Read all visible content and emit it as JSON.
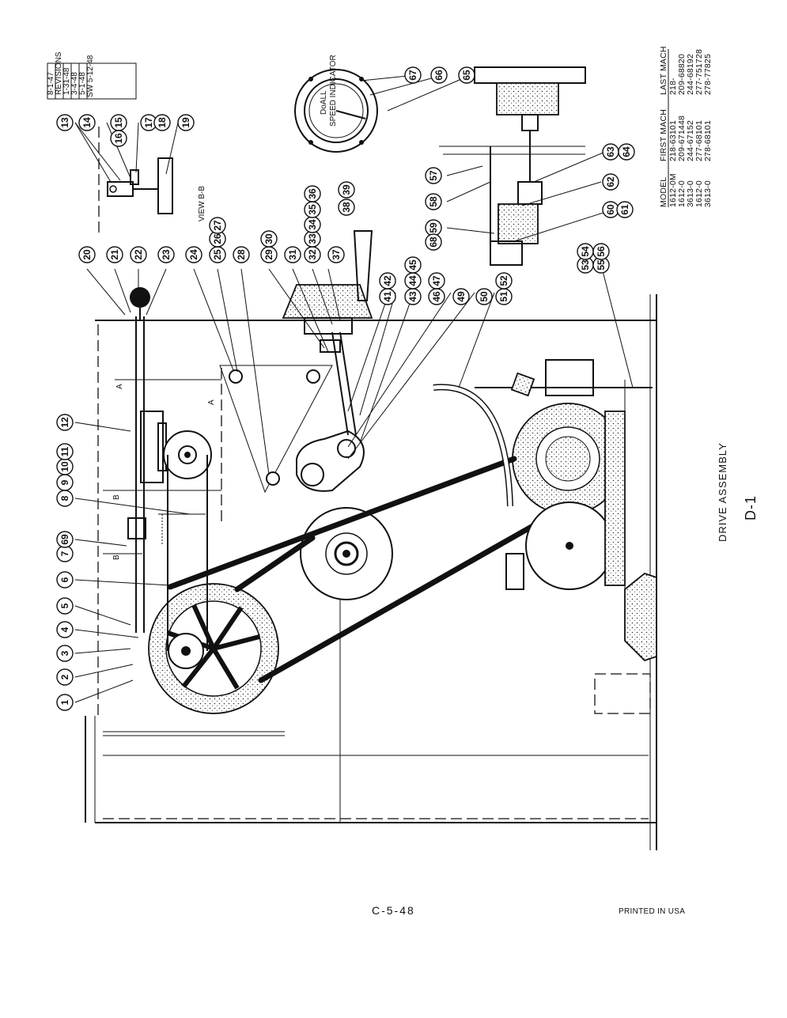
{
  "drawing": {
    "title": "DRIVE ASSEMBLY",
    "sheet_id": "D-1",
    "page_code": "C-5-48",
    "printed_notice": "PRINTED IN USA",
    "view_label": "VIEW B-B",
    "section_marks": [
      "A",
      "A",
      "B",
      "B"
    ],
    "gauge_brand": "DoALL",
    "gauge_caption": "SPEED INDICATOR"
  },
  "revisions": {
    "date_code": "8-1-47",
    "header": "REVISIONS",
    "rows": [
      "1-31-48",
      "3-4-48",
      "5-1-48",
      "SW 5-12-48"
    ]
  },
  "model_table": {
    "headers": [
      "MODEL",
      "FIRST MACH",
      "LAST MACH"
    ],
    "rows": [
      [
        "1612-0M",
        "218-63101",
        "218-"
      ],
      [
        "1612-0",
        "209-671448",
        "209-68820"
      ],
      [
        "3613-0",
        "244-67152",
        "244-68192"
      ],
      [
        "1612-0",
        "277-68101",
        "277-751728"
      ],
      [
        "3613-0",
        "278-68101",
        "278-77825"
      ]
    ]
  },
  "callouts": [
    {
      "label": "1"
    },
    {
      "label": "2"
    },
    {
      "label": "3"
    },
    {
      "label": "4"
    },
    {
      "label": "5"
    },
    {
      "label": "6"
    },
    {
      "label": "7"
    },
    {
      "label": "69"
    },
    {
      "label": "8"
    },
    {
      "label": "9"
    },
    {
      "label": "10"
    },
    {
      "label": "11"
    },
    {
      "label": "12"
    },
    {
      "label": "13"
    },
    {
      "label": "14"
    },
    {
      "label": "15"
    },
    {
      "label": "16"
    },
    {
      "label": "17"
    },
    {
      "label": "18"
    },
    {
      "label": "19"
    },
    {
      "label": "20"
    },
    {
      "label": "21"
    },
    {
      "label": "22"
    },
    {
      "label": "23"
    },
    {
      "label": "24"
    },
    {
      "label": "25"
    },
    {
      "label": "26"
    },
    {
      "label": "27"
    },
    {
      "label": "28"
    },
    {
      "label": "29"
    },
    {
      "label": "30"
    },
    {
      "label": "31"
    },
    {
      "label": "32"
    },
    {
      "label": "33"
    },
    {
      "label": "34"
    },
    {
      "label": "35"
    },
    {
      "label": "36"
    },
    {
      "label": "37"
    },
    {
      "label": "38"
    },
    {
      "label": "39"
    },
    {
      "label": "41"
    },
    {
      "label": "42"
    },
    {
      "label": "43"
    },
    {
      "label": "44"
    },
    {
      "label": "45"
    },
    {
      "label": "46"
    },
    {
      "label": "47"
    },
    {
      "label": "49"
    },
    {
      "label": "50"
    },
    {
      "label": "51"
    },
    {
      "label": "52"
    },
    {
      "label": "53"
    },
    {
      "label": "54"
    },
    {
      "label": "55"
    },
    {
      "label": "56"
    },
    {
      "label": "57"
    },
    {
      "label": "58"
    },
    {
      "label": "59"
    },
    {
      "label": "68"
    },
    {
      "label": "60"
    },
    {
      "label": "61"
    },
    {
      "label": "62"
    },
    {
      "label": "63"
    },
    {
      "label": "64"
    },
    {
      "label": "65"
    },
    {
      "label": "66"
    },
    {
      "label": "67"
    }
  ]
}
